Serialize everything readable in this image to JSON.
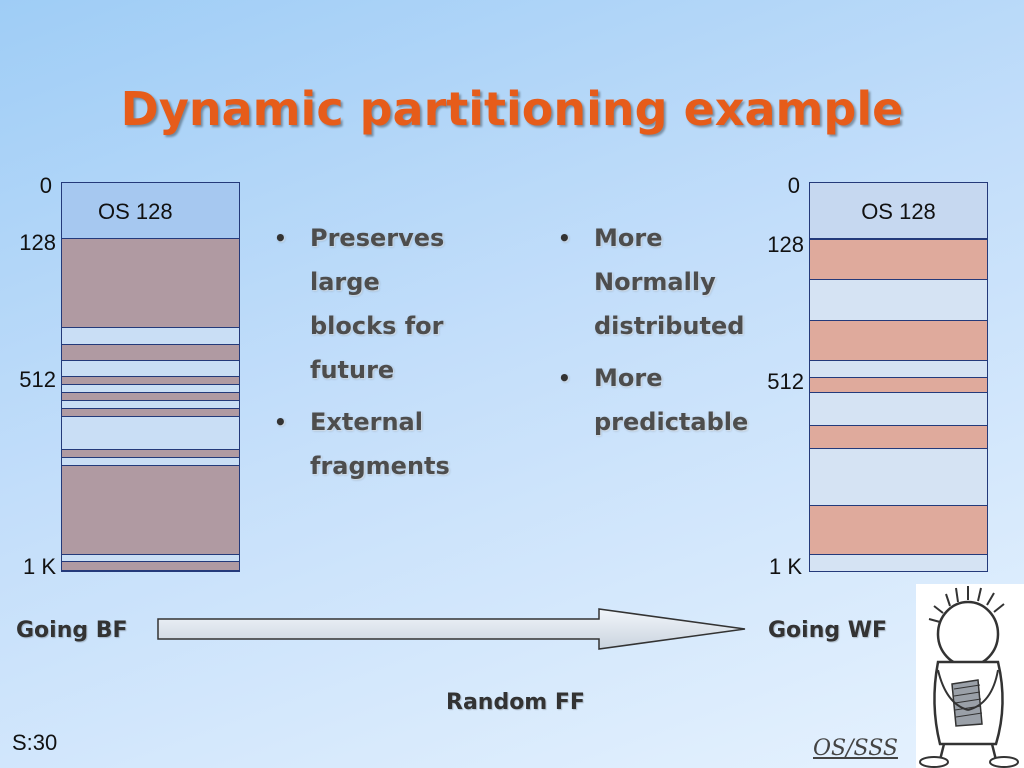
{
  "title": "Dynamic partitioning example",
  "left_memory": {
    "labels": {
      "top": "0",
      "a": "128",
      "b": "512",
      "c": "1 K"
    },
    "os_label": "OS 128"
  },
  "right_memory": {
    "labels": {
      "top": "0",
      "a": "128",
      "b": "512",
      "c": "1 K"
    },
    "os_label": "OS 128"
  },
  "left_bullets": [
    "Preserves large blocks for future",
    "External fragments"
  ],
  "right_bullets": [
    "More Normally distributed",
    "More predictable"
  ],
  "going_bf": "Going BF",
  "going_wf": "Going WF",
  "random_ff": "Random FF",
  "slide_number": "S:30",
  "brand": "OS/SSS",
  "colors": {
    "title": "#e65c1a",
    "left_block": "#b09aa2",
    "right_block": "#dfaa9c",
    "os_left": "#a6c8f0",
    "os_right": "#c6d8f0"
  }
}
